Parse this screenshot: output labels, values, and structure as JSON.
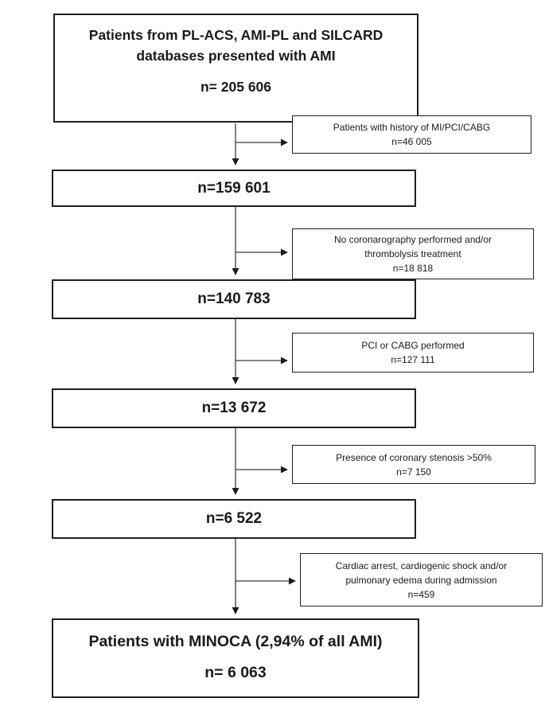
{
  "figure": {
    "source_box": {
      "lines": [
        "Patients from PL-ACS, AMI-PL and SILCARD",
        "databases presented with AMI"
      ],
      "count": "n= 205 606"
    },
    "cohort_boxes": [
      {
        "count": "n=159 601"
      },
      {
        "count": "n=140 783"
      },
      {
        "count": "n=13 672"
      },
      {
        "count": "n=6 522"
      }
    ],
    "exclusion_boxes": [
      {
        "lines": [
          "Patients with history of MI/PCI/CABG"
        ],
        "count": "n=46 005"
      },
      {
        "lines": [
          "No coronarography performed and/or",
          "thrombolysis treatment"
        ],
        "count": "n=18 818"
      },
      {
        "lines": [
          "PCI or CABG performed"
        ],
        "count": "n=127 111"
      },
      {
        "lines": [
          "Presence of coronary stenosis >50%"
        ],
        "count": "n=7 150"
      },
      {
        "lines": [
          "Cardiac arrest, cardiogenic shock and/or",
          "pulmonary edema during admission"
        ],
        "count": "n=459"
      }
    ],
    "final_box": {
      "line": "Patients with MINOCA (2,94% of all AMI)",
      "count": "n= 6 063"
    },
    "colors": {
      "border": "#1f1f1f",
      "text": "#1a1a1a",
      "background": "#ffffff",
      "arrow_line": "#3d3d3d",
      "arrow_head": "#1a1a1a"
    }
  }
}
